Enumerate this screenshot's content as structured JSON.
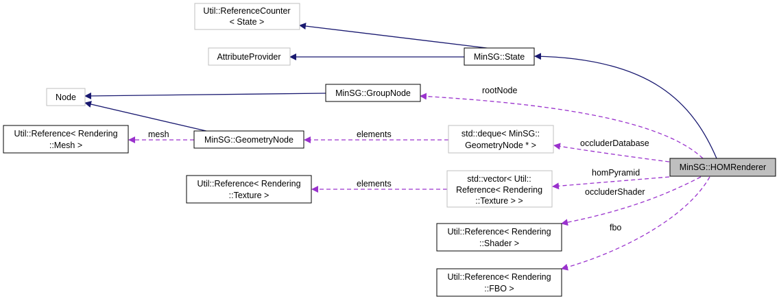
{
  "nodes": {
    "refcounter": {
      "lines": [
        "Util::ReferenceCounter",
        "< State >"
      ],
      "style": "gray",
      "interactable": false
    },
    "attrprovider": {
      "lines": [
        "AttributeProvider"
      ],
      "style": "gray",
      "interactable": false
    },
    "state": {
      "lines": [
        "MinSG::State"
      ],
      "style": "black",
      "interactable": true
    },
    "node": {
      "lines": [
        "Node"
      ],
      "style": "gray",
      "interactable": false
    },
    "groupnode": {
      "lines": [
        "MinSG::GroupNode"
      ],
      "style": "black",
      "interactable": true
    },
    "refmesh": {
      "lines": [
        "Util::Reference< Rendering",
        "::Mesh >"
      ],
      "style": "black",
      "interactable": true
    },
    "geometrynode": {
      "lines": [
        "MinSG::GeometryNode"
      ],
      "style": "black",
      "interactable": true
    },
    "deque": {
      "lines": [
        "std::deque< MinSG::",
        "GeometryNode * >"
      ],
      "style": "gray",
      "interactable": false
    },
    "homrenderer": {
      "lines": [
        "MinSG::HOMRenderer"
      ],
      "style": "focus",
      "interactable": false
    },
    "reftexture": {
      "lines": [
        "Util::Reference< Rendering",
        "::Texture >"
      ],
      "style": "black",
      "interactable": true
    },
    "vector": {
      "lines": [
        "std::vector< Util::",
        "Reference< Rendering",
        "::Texture > >"
      ],
      "style": "gray",
      "interactable": false
    },
    "refshader": {
      "lines": [
        "Util::Reference< Rendering",
        "::Shader >"
      ],
      "style": "black",
      "interactable": true
    },
    "reffbo": {
      "lines": [
        "Util::Reference< Rendering",
        "::FBO >"
      ],
      "style": "black",
      "interactable": true
    }
  },
  "edge_labels": {
    "rootNode": "rootNode",
    "mesh": "mesh",
    "elements_geometry": "elements",
    "occluderDatabase": "occluderDatabase",
    "homPyramid": "homPyramid",
    "elements_texture": "elements",
    "occluderShader": "occluderShader",
    "fbo": "fbo"
  },
  "colors": {
    "inheritance": "#191970",
    "usage": "#9a32cd",
    "gray_border": "#bfbfbf",
    "focus_fill": "#bfbfbf"
  }
}
